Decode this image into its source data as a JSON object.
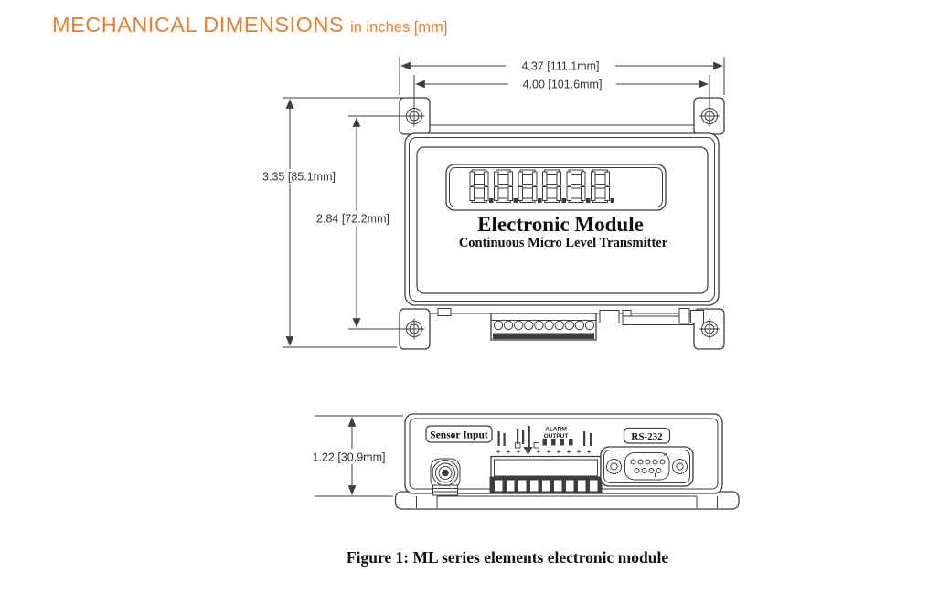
{
  "page": {
    "title": "MECHANICAL DIMENSIONS",
    "title_units": "in inches [mm]",
    "caption": "Figure 1: ML series elements electronic module",
    "accent_color": "#E8802E",
    "line_color": "#3d3d3d"
  },
  "dims": {
    "width_outer": "4.37 [111.1mm]",
    "width_mounting": "4.00 [101.6mm]",
    "height_outer": "3.35 [85.1mm]",
    "height_mounting": "2.84 [72.2mm]",
    "depth": "1.22 [30.9mm]"
  },
  "module": {
    "display_value": "8.8.8.8.8.8",
    "name_line1": "Electronic Module",
    "name_line2": "Continuous Micro Level Transmitter"
  },
  "bottom_view": {
    "sensor_label": "Sensor Input",
    "alarm_line1": "ALARM",
    "alarm_line2": "OUTPUT",
    "rs232_label": "RS-232"
  }
}
